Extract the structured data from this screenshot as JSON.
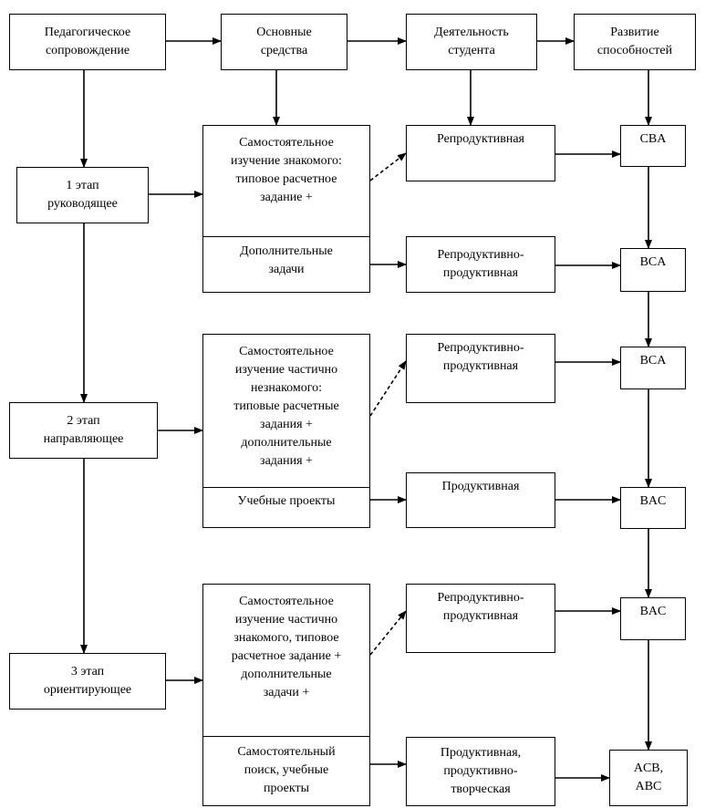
{
  "headers": {
    "ped": "Педагогическое\nсопровождение",
    "means": "Основные\nсредства",
    "activity": "Деятельность\nстудента",
    "abilities": "Развитие\nспособностей"
  },
  "stages": {
    "s1": "1 этап\nруководящее",
    "s2": "2 этап\nнаправляющее",
    "s3": "3 этап\nориентирующее"
  },
  "means": {
    "m1a": "Самостоятельное\nизучение знакомого:\nтиповое расчетное\nзадание +",
    "m1b": "Дополнительные\nзадачи",
    "m2a": "Самостоятельное\nизучение частично\nнезнакомого:\nтиповые расчетные\nзадания +\nдополнительные\nзадания +",
    "m2b": "Учебные проекты",
    "m3a": "Самостоятельное\nизучение частично\nзнакомого, типовое\nрасчетное задание +\nдополнительные\nзадачи +",
    "m3b": "Самостоятельный\nпоиск, учебные\nпроекты"
  },
  "activities": {
    "a1": "Репродуктивная",
    "a2": "Репродуктивно-\nпродуктивная",
    "a3": "Репродуктивно-\nпродуктивная",
    "a4": "Продуктивная",
    "a5": "Репродуктивно-\nпродуктивная",
    "a6": "Продуктивная,\nпродуктивно-\nтворческая"
  },
  "abilities": {
    "b1": "CBA",
    "b2": "BCA",
    "b3": "BCA",
    "b4": "BAC",
    "b5": "BAC",
    "b6": "ACB,\nABC"
  }
}
